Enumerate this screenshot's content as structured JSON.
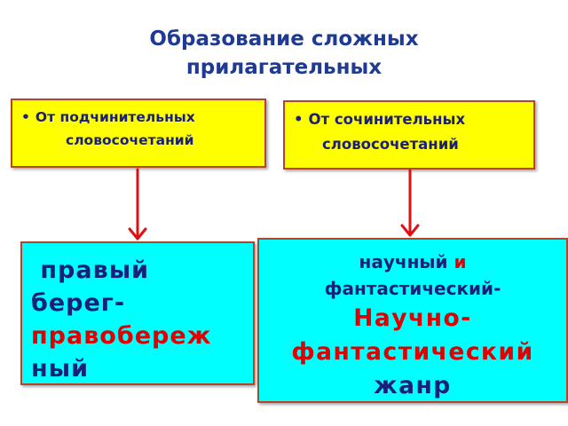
{
  "title": {
    "line1": "Образование сложных",
    "line2": "прилагательных"
  },
  "left_category": {
    "bullet": "•",
    "line1": "От подчинительных",
    "line2": "словосочетаний"
  },
  "right_category": {
    "bullet": "•",
    "line1": "От сочинительных",
    "line2": "словосочетаний"
  },
  "left_example": {
    "line1": "правый",
    "line2": "берег-",
    "line3": "правобереж",
    "line4": "ный"
  },
  "right_example": {
    "word1": "научный",
    "conj": "и",
    "word2": "фантастический-",
    "result1": "Научно-",
    "result2": "фантастический",
    "result3": "жанр"
  },
  "colors": {
    "title": "#1f3a93",
    "category_bg": "#ffff00",
    "example_bg": "#00ffff",
    "text_blue": "#1a1f7a",
    "text_red": "#e00000",
    "arrow": "#e01010"
  }
}
